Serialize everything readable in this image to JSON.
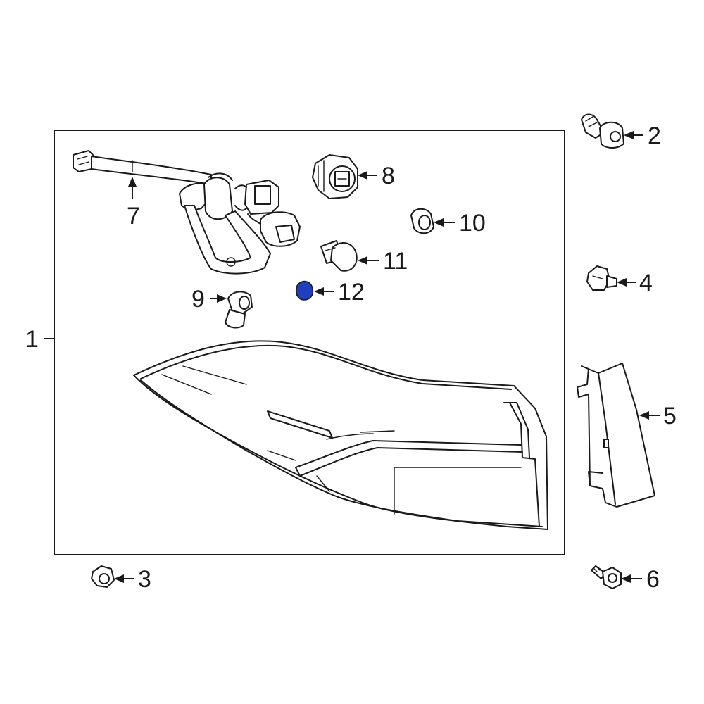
{
  "callouts": {
    "c1": "1",
    "c2": "2",
    "c3": "3",
    "c4": "4",
    "c5": "5",
    "c6": "6",
    "c7": "7",
    "c8": "8",
    "c9": "9",
    "c10": "10",
    "c11": "11",
    "c12": "12"
  },
  "highlight": {
    "part_number": "12",
    "color": "#1f3fbf"
  }
}
